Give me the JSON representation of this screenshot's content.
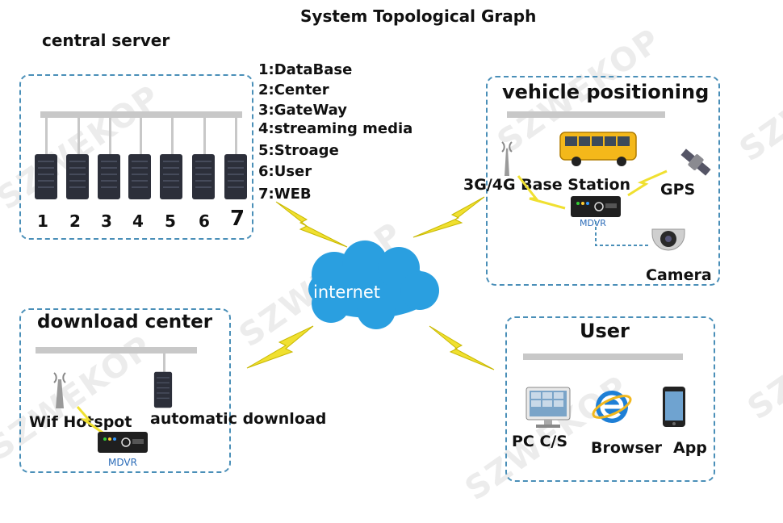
{
  "title": "System Topological Graph",
  "central_server": {
    "heading": "central server",
    "server_numbers": [
      "1",
      "2",
      "3",
      "4",
      "5",
      "6",
      "7"
    ],
    "legend": [
      "1:DataBase",
      "2:Center",
      "3:GateWay",
      "4:streaming media",
      "5:Stroage",
      "6:User",
      "7:WEB"
    ]
  },
  "vehicle": {
    "heading": "vehicle positioning",
    "base_station": "3G/4G Base Station",
    "gps": "GPS",
    "camera": "Camera",
    "mdvr": "MDVR"
  },
  "internet": {
    "label": "internet"
  },
  "download": {
    "heading": "download center",
    "hotspot": "Wif Hotspot",
    "auto": "automatic download",
    "mdvr": "MDVR"
  },
  "user": {
    "heading": "User",
    "pc": "PC C/S",
    "browser": "Browser",
    "app": "App"
  },
  "watermark": "SZWEKOP",
  "colors": {
    "box_border": "#4a8fb8",
    "cloud": "#2a9fe0",
    "lightning": "#f0e030",
    "server": "#2c2f3a"
  }
}
